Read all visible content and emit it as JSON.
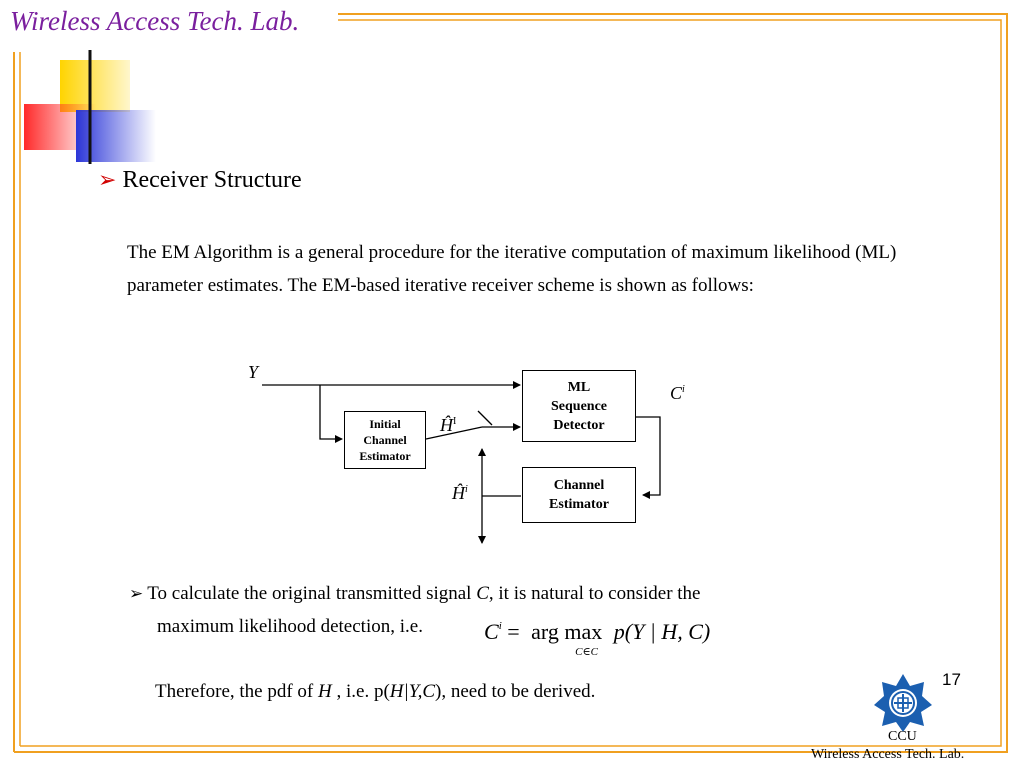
{
  "header": {
    "lab_title": "Wireless Access Tech. Lab."
  },
  "slide": {
    "heading_bullet": "➢",
    "heading": "Receiver Structure",
    "intro": "The EM Algorithm is a general procedure for the iterative computation of maximum likelihood (ML) parameter estimates. The EM-based iterative receiver scheme is shown as follows:",
    "bullet2_marker": "➢",
    "bullet2_pre": "To calculate the original transmitted signal ",
    "bullet2_var": "C",
    "bullet2_post": ", it is natural to consider the",
    "bullet2_line2": "maximum likelihood detection, i.e.",
    "formula": {
      "lhs": "C",
      "lhs_sup": "i",
      "eq": "=",
      "op": "arg max",
      "sub": "C∈C",
      "rhs": "p(Y | H, C)"
    },
    "therefore_pre": "Therefore, the pdf of ",
    "therefore_var": "H",
    "therefore_mid": " , i.e. p(",
    "therefore_arg": "H|Y,C",
    "therefore_post": "), need to be derived."
  },
  "diagram": {
    "input_label": "Y",
    "output_label": "C",
    "output_sup": "i",
    "h_init_label": "Ĥ",
    "h_init_sup": "I",
    "h_iter_label": "Ĥ",
    "h_iter_sup": "i",
    "ml_box": "ML Sequence Detector",
    "init_box": "Initial Channel Estimator",
    "ce_box": "Channel Estimator"
  },
  "footer": {
    "page_number": "17",
    "org": "CCU",
    "lab": "Wireless Access Tech. Lab."
  },
  "colors": {
    "title": "#7a1f9e",
    "frame_orange": "#f0a020",
    "frame_yellow": "#ffd800",
    "accent_red": "#ff3030",
    "accent_blue": "#3040e0",
    "logo_blue": "#1b5fb0"
  }
}
